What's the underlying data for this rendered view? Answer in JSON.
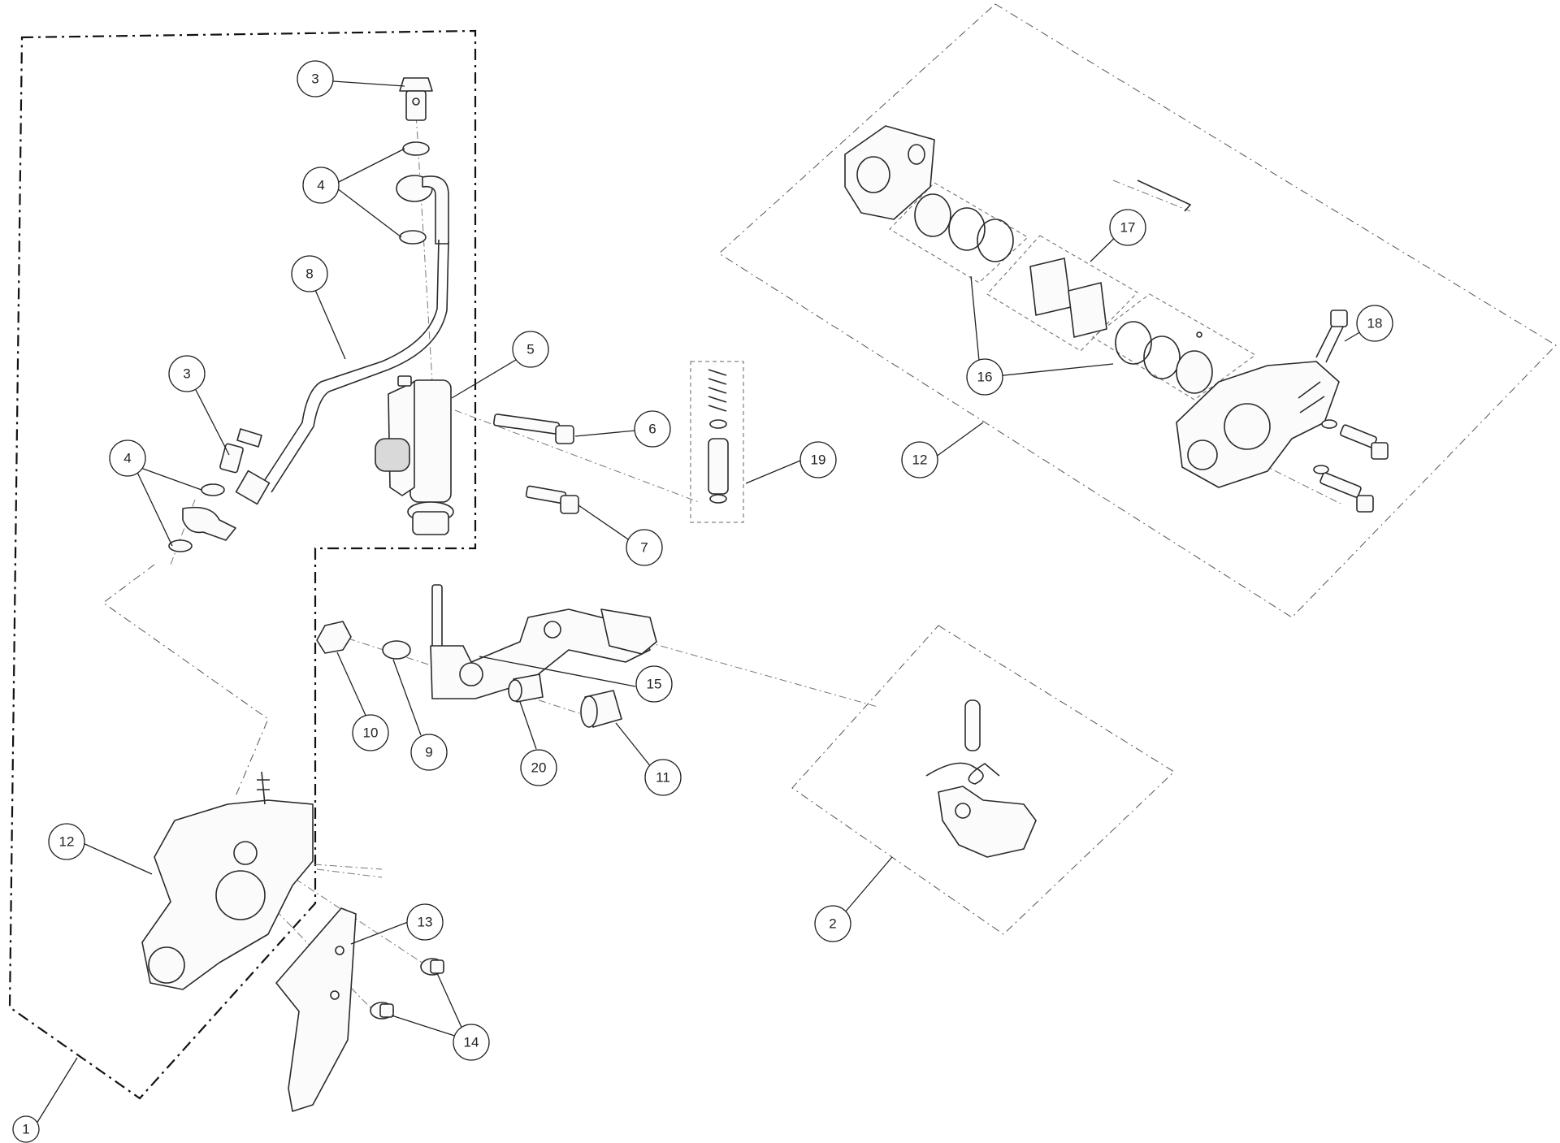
{
  "callouts": [
    {
      "id": "c1",
      "label": "1"
    },
    {
      "id": "c2",
      "label": "2"
    },
    {
      "id": "c3a",
      "label": "3"
    },
    {
      "id": "c3b",
      "label": "3"
    },
    {
      "id": "c4a",
      "label": "4"
    },
    {
      "id": "c4b",
      "label": "4"
    },
    {
      "id": "c5",
      "label": "5"
    },
    {
      "id": "c6",
      "label": "6"
    },
    {
      "id": "c7",
      "label": "7"
    },
    {
      "id": "c8",
      "label": "8"
    },
    {
      "id": "c9",
      "label": "9"
    },
    {
      "id": "c10",
      "label": "10"
    },
    {
      "id": "c11",
      "label": "11"
    },
    {
      "id": "c12a",
      "label": "12"
    },
    {
      "id": "c12b",
      "label": "12"
    },
    {
      "id": "c13",
      "label": "13"
    },
    {
      "id": "c14",
      "label": "14"
    },
    {
      "id": "c15",
      "label": "15"
    },
    {
      "id": "c16",
      "label": "16"
    },
    {
      "id": "c17",
      "label": "17"
    },
    {
      "id": "c18",
      "label": "18"
    },
    {
      "id": "c19",
      "label": "19"
    },
    {
      "id": "c20",
      "label": "20"
    }
  ]
}
